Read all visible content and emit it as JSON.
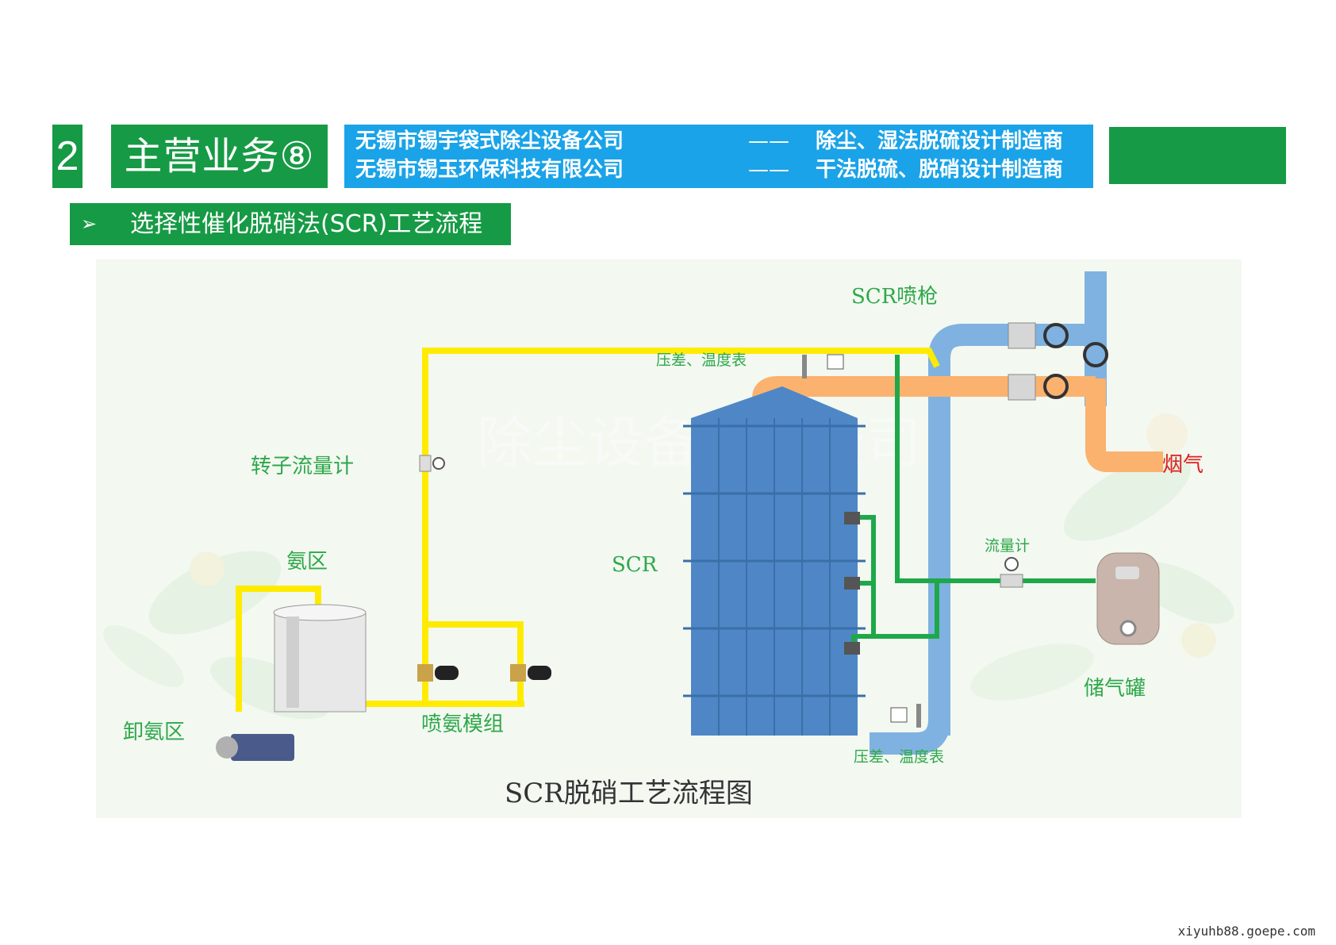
{
  "header": {
    "section_number": "2",
    "title": "主营业务⑧",
    "companies": [
      {
        "name": "无锡市锡宇袋式除尘设备公司",
        "dash": "——",
        "desc": "除尘、湿法脱硫设计制造商"
      },
      {
        "name": "无锡市锡玉环保科技有限公司",
        "dash": "——",
        "desc": "干法脱硫、脱硝设计制造商"
      }
    ]
  },
  "subtitle": {
    "bullet": "➢",
    "text": "选择性催化脱硝法(SCR)工艺流程"
  },
  "diagram": {
    "labels": {
      "scr_gun": "SCR喷枪",
      "pressure_temp_top": "压差、温度表",
      "flue_gas": "烟气",
      "rotameter": "转子流量计",
      "flowmeter": "流量计",
      "ammonia_zone": "氨区",
      "scr": "SCR",
      "gas_tank": "储气罐",
      "unload_ammonia": "卸氨区",
      "ammonia_module": "喷氨模组",
      "pressure_temp_bottom": "压差、温度表"
    },
    "caption": "SCR脱硝工艺流程图",
    "watermark": "除尘设备有限公司",
    "colors": {
      "ammonia_pipe": "#ffeb00",
      "air_pipe": "#1ea84a",
      "flue_pipe": "#fbb26e",
      "duct": "#7fb2e0",
      "reactor": "#4f86c6",
      "label": "#2ea84a"
    }
  },
  "footer": {
    "url": "xiyuhb88.goepe.com"
  }
}
